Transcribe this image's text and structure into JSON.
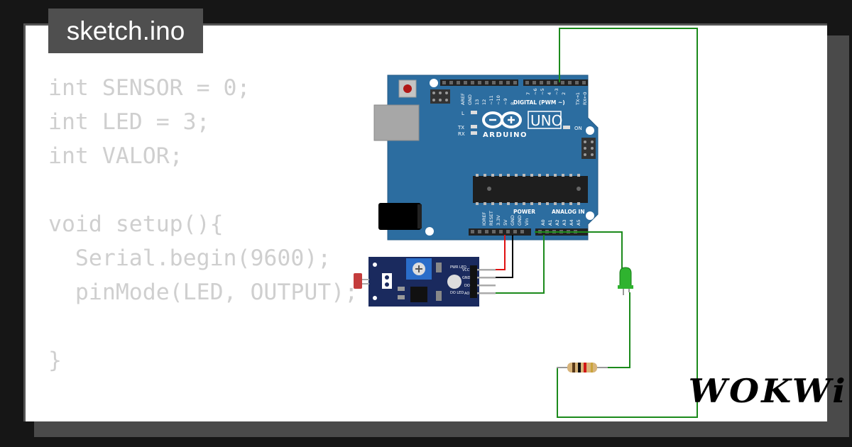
{
  "window": {
    "filename": "sketch.ino"
  },
  "code": {
    "lines": [
      "int SENSOR = 0;",
      "int LED = 3;",
      "int VALOR;",
      "",
      "void setup(){",
      "  Serial.begin(9600);",
      "  pinMode(LED, OUTPUT);",
      "",
      "}"
    ]
  },
  "board": {
    "brand": "ARDUINO",
    "model": "UNO",
    "digital_label": "DIGITAL (PWM ~)",
    "aref": "AREF",
    "gnd": "GND",
    "power_label": "POWER",
    "analog_label": "ANALOG IN",
    "on_label": "ON",
    "l_label": "L",
    "tx_label": "TX",
    "rx_label": "RX",
    "digital_pins": [
      "13",
      "12",
      "~11",
      "~10",
      "~9",
      "8",
      "7",
      "~6",
      "~5",
      "4",
      "~3",
      "2",
      "TX→1",
      "RX←0"
    ],
    "power_pins": [
      "IOREF",
      "RESET",
      "3.3V",
      "5V",
      "GND",
      "GND",
      "Vin"
    ],
    "analog_pins": [
      "A0",
      "A1",
      "A2",
      "A3",
      "A4",
      "A5"
    ]
  },
  "sensor_module": {
    "pins": [
      "VCC",
      "GND",
      "DO",
      "AO"
    ],
    "pwr_led": "PWR LED",
    "do_led": "DO LED"
  },
  "brand": {
    "logo": "WOKWi"
  },
  "colors": {
    "board": "#2c6da0",
    "wire_green": "#1b8a1b",
    "wire_red": "#e01010",
    "wire_black": "#000000",
    "module": "#1a2a5e",
    "code_text": "#cfcfcf"
  }
}
